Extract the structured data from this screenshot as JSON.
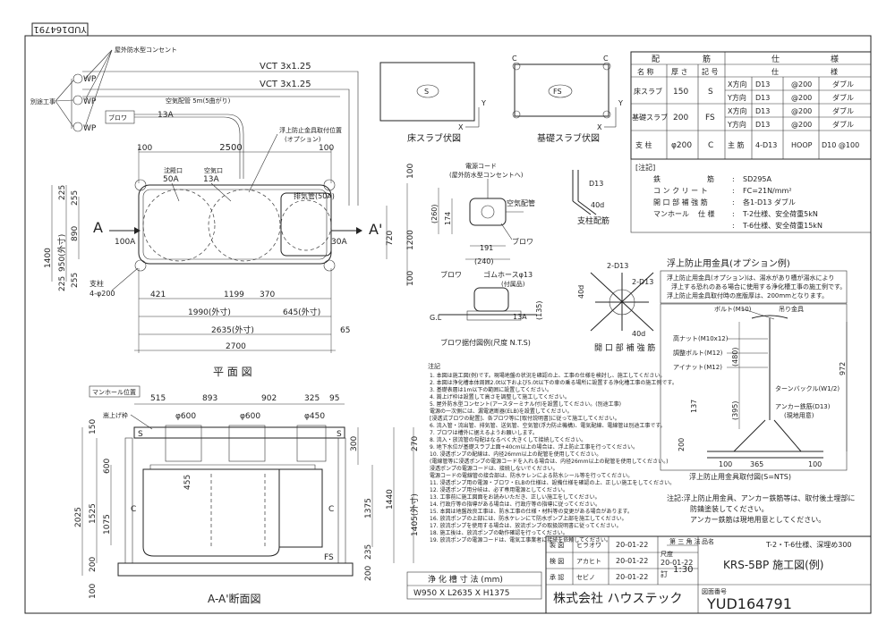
{
  "drawing_no_rotated": "YUD164791",
  "plan": {
    "labels": {
      "wp_outlet": "屋外防水型コンセント",
      "separate_work": "別途工事",
      "wp": "WP",
      "vct1": "VCT 3x1.25",
      "vct2": "VCT 3x1.25",
      "air_pipe": "空気配管 5m(5曲がり)",
      "blower": "ブロワ",
      "a13": "13A",
      "float_fitting": "浮上防止金具取付位置",
      "option": "(オプション)",
      "sunken": "沈殿口",
      "air_port": "空気口",
      "a50": "50A",
      "a13b": "13A",
      "exhaust": "排気管(50A)",
      "inflow": "100A",
      "outflow": "30A",
      "pillar": "支柱",
      "pillar_spec": "4-φ200",
      "sec_a": "A",
      "sec_a2": "A'",
      "title": "平 面 図"
    },
    "dims": {
      "d100a": "100",
      "d2500": "2500",
      "d100b": "100",
      "d225a": "225",
      "d1400": "1400",
      "d950": "950(外寸)",
      "d890": "890",
      "d225b": "225",
      "d255a": "255",
      "d255b": "255",
      "d720": "720",
      "d1200": "1200",
      "d100c": "100",
      "d100d": "100",
      "d421": "421",
      "d1199": "1199",
      "d370": "370",
      "d1990": "1990(外寸)",
      "d645": "645(外寸)",
      "d2635": "2635(外寸)",
      "d2700": "2700",
      "d65": "65"
    }
  },
  "section": {
    "labels": {
      "manhole_pos": "マンホール位置",
      "lift_ring": "嵩上げ枠",
      "phi600a": "φ600",
      "phi600b": "φ600",
      "phi450": "φ450",
      "s1": "S",
      "s2": "S",
      "c1": "C",
      "c2": "C",
      "fs": "FS",
      "title": "A-A'断面図"
    },
    "dims": {
      "d515": "515",
      "d893": "893",
      "d902": "902",
      "d325": "325",
      "d95": "95",
      "d150": "150",
      "d600": "600",
      "d2025": "2025",
      "d1525": "1525",
      "d1075": "1075",
      "d200a": "200",
      "d100": "100",
      "d455": "455",
      "d300": "300",
      "d270": "270",
      "d1440": "1440",
      "d1375": "1375",
      "d1405": "1405(外寸)",
      "d235": "235",
      "d200b": "200"
    }
  },
  "floor_slab": {
    "symbol": "S",
    "title": "床スラブ伏図",
    "x": "X",
    "y": "Y"
  },
  "base_slab": {
    "symbol": "FS",
    "title": "基礎スラブ伏図",
    "x": "X",
    "y": "Y",
    "c": "C"
  },
  "pillar_rebar": {
    "title": "支柱配筋",
    "d13": "D13",
    "d40": "40d"
  },
  "blower_detail": {
    "power_cord": "電源コード",
    "outlet_note": "(屋外防水型コンセントへ)",
    "air_pipe": "空気配管",
    "blower": "ブロワ",
    "d260": "(260)",
    "d174": "174",
    "d191": "191",
    "d240": "(240)",
    "gomu": "ゴムホースφ13",
    "attached": "(付属品)",
    "blower2": "ブロワ",
    "gl": "G.L",
    "a13": "13A",
    "d135": "(135)",
    "title": "ブロワ据付図例(尺度 N.T.S)"
  },
  "opening_rebar": {
    "d13": "2-D13",
    "d13b": "2-D13",
    "d40a": "40d",
    "d40b": "40d",
    "title": "開 口 部 補 強 筋"
  },
  "table": {
    "header": [
      "配",
      "筋",
      "仕",
      "様"
    ],
    "subheader": [
      "名 称",
      "厚 さ",
      "記 号",
      "仕",
      "様"
    ],
    "rows": [
      {
        "name": "床スラブ",
        "thick": "150",
        "sym": "S",
        "items": [
          [
            "X方向",
            "D13",
            "@200",
            "ダブル"
          ],
          [
            "Y方向",
            "D13",
            "@200",
            "ダブル"
          ]
        ]
      },
      {
        "name": "基礎スラブ",
        "thick": "200",
        "sym": "FS",
        "items": [
          [
            "X方向",
            "D13",
            "@200",
            "ダブル"
          ],
          [
            "Y方向",
            "D13",
            "@200",
            "ダブル"
          ]
        ]
      },
      {
        "name": "支 柱",
        "thick": "φ200",
        "sym": "C",
        "items": [
          [
            "主 筋",
            "4-D13",
            "HOOP",
            "D10 @100"
          ]
        ]
      }
    ],
    "notes_title": "[注記]",
    "notes": [
      [
        "鉄",
        "筋",
        ":",
        "SD295A"
      ],
      [
        "コ ン ク リ ー ト",
        "",
        ":",
        "FC=21N/mm²"
      ],
      [
        "開 口 部 補 強 筋",
        "",
        ":",
        "各1-D13 ダブル"
      ],
      [
        "マンホール",
        "仕 様",
        ":",
        "T-2仕様、安全荷重5kN"
      ],
      [
        "",
        "",
        ":",
        "T-6仕様、安全荷重15kN"
      ]
    ]
  },
  "anti_float": {
    "title": "浮上防止用金具(オプション例)",
    "note1": "浮上防止用金具(オプション)は、湯水があり槽が湯水により",
    "note2": "浮上する恐れのある場合に使用する浄化槽工事の施工例です。",
    "note3": "浮上防止用金具取付時の底版厚は、200mmとなります。",
    "bolt": "ボルト(M10)",
    "hanger": "吊り金具",
    "high_nut": "高ナット(M10x12)",
    "adj_bolt": "調整ボルト(M12)",
    "eye_nut": "アイナット(M12)",
    "turnbuckle": "ターンバックル(W1/2)",
    "anchor": "アンカー鉄筋(D13)",
    "onsite": "(現地用意)",
    "d480": "(480)",
    "d972": "972",
    "d395": "(395)",
    "d137": "137",
    "d200": "200",
    "d100": "100",
    "d365": "365",
    "d100b": "100",
    "title2": "浮上防止用金具取付図(S=NTS)",
    "footer1": "注記:浮上防止用金具、アンカー鉄筋等は、取付後土埋部に",
    "footer2": "防錆塗装してください。",
    "footer3": "アンカー鉄筋は現地用意としてください。"
  },
  "notes_block": {
    "title": "注記",
    "lines": [
      "1. 本図は施工図(例)です。現場地盤の状況を確認の上、工事の仕様を検討し、施工してください。",
      "2. 本図は浄化槽本体周囲2.0t以下および5.0t以下の車の乗る場所に設置する浄化槽工事の施工例です。",
      "3. 基礎表層は1m以下の範囲に設置してください。",
      "4. 嵩上げ枠は設置して高さを調整して施工してください。",
      "5. 屋外防水型コンセント(アースターミナル付)を設置してください。(別途工事)",
      "   電源の一次側には、漏電遮断器(ELB)を設置してください。",
      "   [浸透式ブロワの配置]、各ブロワ等に[取付説明書]に従って施工してください。",
      "6. 流入管・流出管、排気管、送気管、空気管(浮力防止機構)、電気配線、電線管は別途工事です。",
      "7. ブロワは槽外に据えるようお願いします。",
      "8. 流入・放流管の勾配はなるべく大きくして接続してください。",
      "9. 地下水位が基礎スラブ上面+40cm以上の場合は、浮上防止工事を行ってください。",
      "10. 浸透ポンプの配線は、内径26mm以上の配管を使用してください。",
      "   (電線管等に浸透ポンプの電源コードを入れる場合は、内径26mm以上の配管を使用してください。)",
      "   浸透ポンプの電源コードは、接続しないでください。",
      "   電源コードの電線管の接合部は、防水ケレンによる防水シール等を行ってください。",
      "11. 浸透ポンプ用の電源・ブロワ・ELBの仕様は、設備仕様を確認の上、正しい施工をしてください。",
      "12. 浸透ポンプ用分岐は、必ず専用電源としてください。",
      "13. 工事前に施工図面をお読みいただき、正しい施工をしてください。",
      "14. 行政庁等の指導がある場合は、行政庁等の指導に従ってください。",
      "15. 本図は地盤改良工事は、防水工事の仕様・材料等の変更がある場合があります。",
      "16. 放流ポンプの上部には、防水ケレンにて防水ポンプ上部を施工してください。",
      "17. 放流ポンプを使用する場合は、放流ポンプの取扱説明書に従ってください。",
      "18. 施工後は、放流ポンプの動作確認を行ってください。",
      "19. 放流ポンプの電源コードは、電気工事業者に接続を依頼してください。"
    ]
  },
  "size_box": {
    "title": "浄 化 槽 寸 法 (mm)",
    "value": "W950 X L2635 X H1375"
  },
  "title_block": {
    "r1": [
      "製 図",
      "ヒラオワ",
      "20-01-22"
    ],
    "r2": [
      "検 図",
      "アカヒト",
      "20-01-22"
    ],
    "r3": [
      "承 認",
      "セビノ",
      "20-01-22"
    ],
    "angle": "第 三 角 法",
    "scale_label": "尺度",
    "scale": "1:30",
    "revised": "20-01-22",
    "rev_mark": "訂",
    "name_label": "品名",
    "name": "T-2・T-6仕様、深埋め300",
    "model": "KRS-5BP 施工図(例)",
    "company": "株式会社 ハウステック",
    "drawing_label": "図面番号",
    "drawing_no": "YUD164791"
  }
}
